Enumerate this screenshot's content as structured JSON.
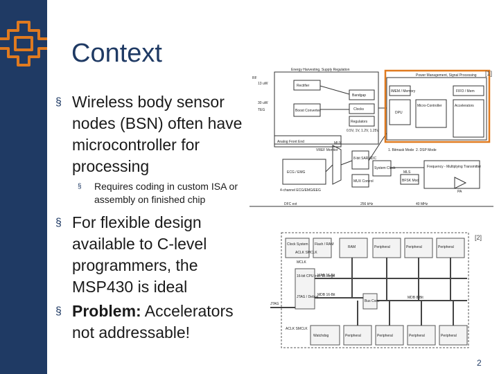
{
  "slide": {
    "title": "Context",
    "page_number": "2",
    "bullets": [
      {
        "text": "Wireless body sensor nodes (BSN) often have microcontroller for processing"
      },
      {
        "text": "Requires coding in custom ISA or assembly on finished chip",
        "level": 2
      },
      {
        "text": "For flexible design available to C-level programmers, the MSP430 is ideal"
      },
      {
        "bold": "Problem:",
        "text": " Accelerators not addressable!"
      }
    ],
    "bullet_mark": "§"
  },
  "figures": {
    "bsn_diagram": {
      "ref": "[1]",
      "labels": {
        "power_mgmt": "Power Management, Signal Processing",
        "energy": "Energy Harvesting, Supply Regulation",
        "rectifier": "Rectifier",
        "bandgap": "Bandgap",
        "boost": "Boost Converter",
        "clocks": "Clocks",
        "regulators": "Regulators",
        "voltages": "0.5V, 1V, 1.2V, 1.25V",
        "imem": "IMEM / Memory",
        "dpu": "DPU",
        "fifo": "FIFO / Mem",
        "accel": "Accelerators",
        "micro": "Micro-Controller",
        "ecg": "ECG / EMG",
        "afe": "Analog Front End",
        "vref": "VREF Monitor",
        "mux": "MUX",
        "adc": "8-bit SAR ADC",
        "mux_ctl": "MUX Control",
        "sys_clock": "System Clock",
        "mod": "MLS",
        "bfsk": "BFSK Mod",
        "tx": "Frequency - Multiplying Transmitter",
        "pa": "PA",
        "channel": "4-channel ECG/EMG/EEG",
        "teg": "TEG",
        "rf": "RF",
        "f1": "30 uW",
        "f2": "13 uW",
        "t1": "1. Bitmask Mode",
        "t2": "2. DSP Mode",
        "bot1": "DFC ext",
        "bot2": "256 kHz",
        "bot3": "40 MHz"
      }
    },
    "msp_diagram": {
      "ref": "[2]",
      "labels": {
        "clock": "Clock System",
        "aclk": "ACLK SMCLK",
        "flash": "Flash / RAM",
        "ram": "RAM",
        "p1": "Peripheral",
        "p2": "Peripheral",
        "p3": "Peripheral",
        "mclk": "MCLK",
        "cpu": "16-bit CPU incl. 16 Regs",
        "mab": "MAB 16-Bit",
        "mdb": "MDB 16-Bit",
        "bus": "Bus Conv",
        "mdb8": "MDB 8-Bit",
        "jtag": "JTAG",
        "emu": "JTAG / Debug",
        "aclk2": "ACLK SMCLK",
        "wdt": "Watchdog",
        "p4": "Peripheral",
        "p5": "Peripheral",
        "p6": "Peripheral",
        "p7": "Peripheral"
      }
    }
  },
  "colors": {
    "sidebar": "#1f3a64",
    "accent": "#e07a1f",
    "title": "#1f3a64",
    "highlight_box": "#e07a1f"
  }
}
